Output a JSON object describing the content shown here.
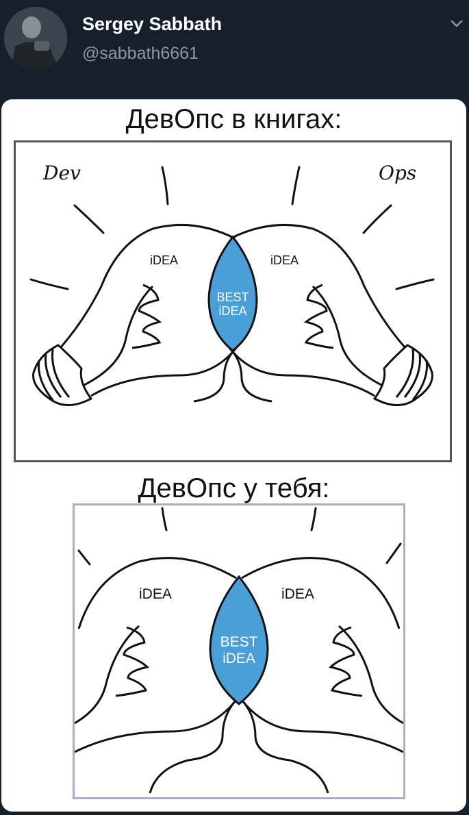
{
  "tweet": {
    "display_name": "Sergey Sabbath",
    "handle": "@sabbath6661"
  },
  "meme": {
    "caption_top": "ДевОпс в книгах:",
    "caption_bottom": "ДевОпс у тебя:",
    "label_dev": "Dev",
    "label_ops": "Ops",
    "bulb_left_text": "iDEA",
    "bulb_right_text": "iDEA",
    "center_text_line1": "BEST",
    "center_text_line2": "iDEA"
  },
  "colors": {
    "background": "#15202b",
    "handle": "#8899a6",
    "best_idea_fill": "#4a9fd8",
    "bottom_frame": "#b2a8cc"
  }
}
